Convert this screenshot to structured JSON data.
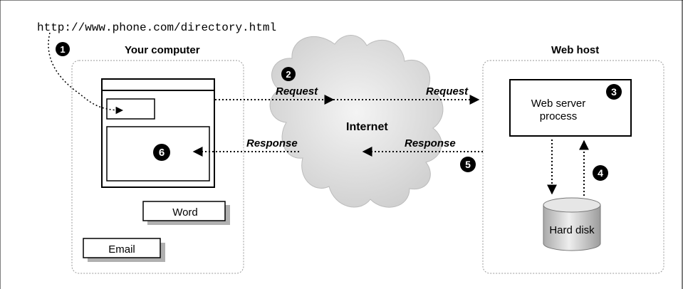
{
  "url": "http://www.phone.com/directory.html",
  "client_label": "Your computer",
  "host_label": "Web host",
  "network_label": "Internet",
  "request_label": "Request",
  "response_label": "Response",
  "server_label_line1": "Web server",
  "server_label_line2": "process",
  "disk_label": "Hard disk",
  "word_label": "Word",
  "email_label": "Email",
  "steps": [
    "1",
    "2",
    "3",
    "4",
    "5",
    "6"
  ],
  "colors": {
    "line": "#000000",
    "dotted_border": "#999999",
    "cloud": "#d6d6d6",
    "disk": "#c8c8c8",
    "shadow": "#b0b0b0"
  }
}
